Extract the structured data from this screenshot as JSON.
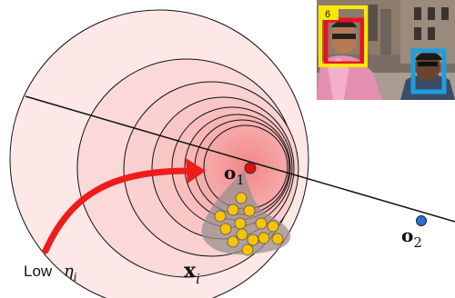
{
  "labels": {
    "o1_main": "o",
    "o1_sub": "1",
    "o2_main": "o",
    "o2_sub": "2",
    "x_main": "x",
    "x_sub": "i",
    "low_text": "Low",
    "eta_main": "η",
    "eta_sub": "i"
  },
  "inset": {
    "id_badge": "6"
  },
  "colors": {
    "rings_fill": "#f7b6b6",
    "arrow": "#ee1c1c",
    "point_fill": "#f8c400",
    "center_point": "#e01010",
    "other_point": "#2a6fd6",
    "box_red": "#e8131f",
    "box_blue": "#1e9ee0",
    "badge_bg": "#ffe800"
  }
}
